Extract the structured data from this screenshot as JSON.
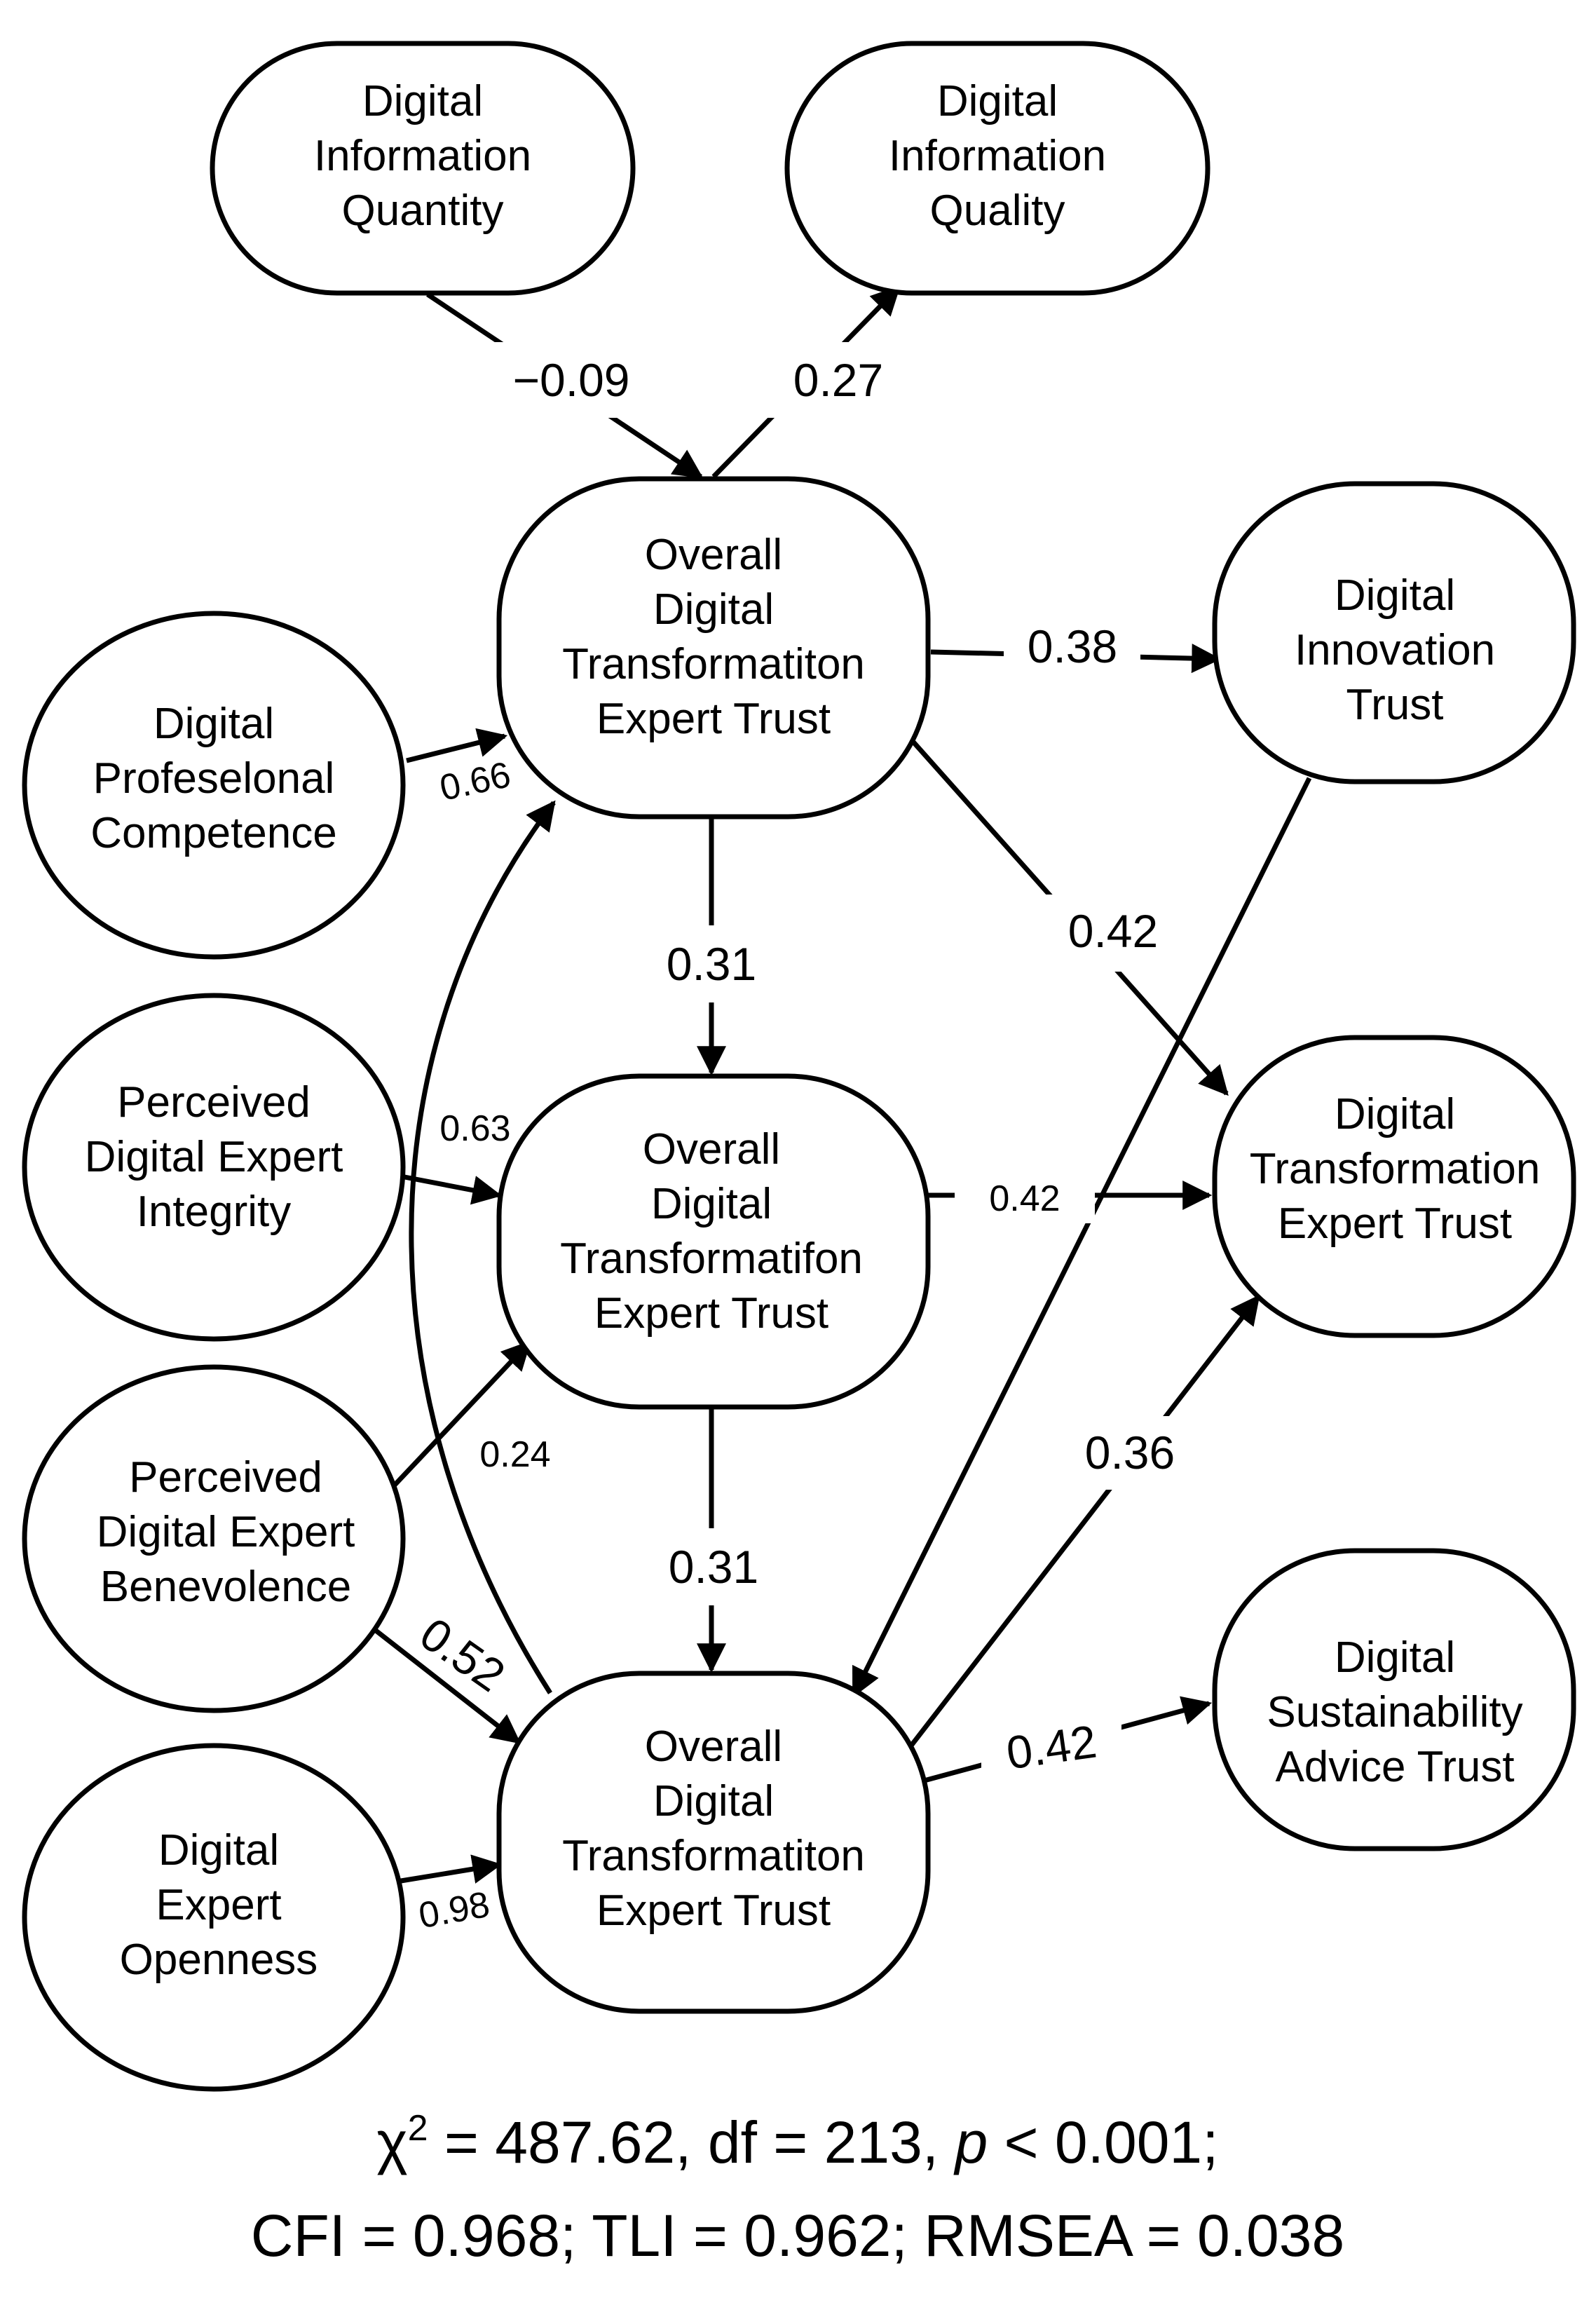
{
  "nodes": {
    "info_quantity": [
      "Digital",
      "Information",
      "Quantity"
    ],
    "info_quality": [
      "Digital",
      "Information",
      "Quality"
    ],
    "overall_top": [
      "Overall",
      "Digital",
      "Transformatiton",
      "Expert Trust"
    ],
    "overall_mid": [
      "Overall",
      "Digital",
      "Transformatifon",
      "Expert Trust"
    ],
    "overall_bot": [
      "Overall",
      "Digital",
      "Transformatiton",
      "Expert Trust"
    ],
    "competence": [
      "Digital",
      "Profeselonal",
      "Competence"
    ],
    "integrity": [
      "Perceived",
      "Digital Expert",
      "Integrity"
    ],
    "benevolence": [
      "Perceived",
      "Digital Expert",
      "Benevolence"
    ],
    "openness": [
      "Digital",
      "Expert",
      "Openness"
    ],
    "innovation": [
      "Digital",
      "Innovation",
      "Trust"
    ],
    "transformation": [
      "Digital",
      "Transformation",
      "Expert Trust"
    ],
    "sustainability": [
      "Digital",
      "Sustainability",
      "Advice Trust"
    ]
  },
  "edges": {
    "quantity_to_top": "−0.09",
    "top_to_quality": "0.27",
    "top_to_innovation": "0.38",
    "competence_to_top": "0.66",
    "top_to_mid": "0.31",
    "top_to_transformation": "0.42",
    "integrity_to_mid": "0.63",
    "mid_to_transformation": "0.42",
    "benevolence_to_mid": "0.24",
    "mid_to_bot": "0.31",
    "bot_to_transformation": "0.36",
    "benevolence_to_bot": "0.52",
    "bot_to_sustainability": "0.42",
    "openness_to_bot": "0.98"
  },
  "fit_stats": {
    "line1_chi": "χ",
    "line1_sup": "2",
    "line1_a": " = 487.62, df = 213, ",
    "line1_p": "p",
    "line1_b": " < 0.001;",
    "line2": "CFI = 0.968; TLI = 0.962; RMSEA = 0.038"
  }
}
